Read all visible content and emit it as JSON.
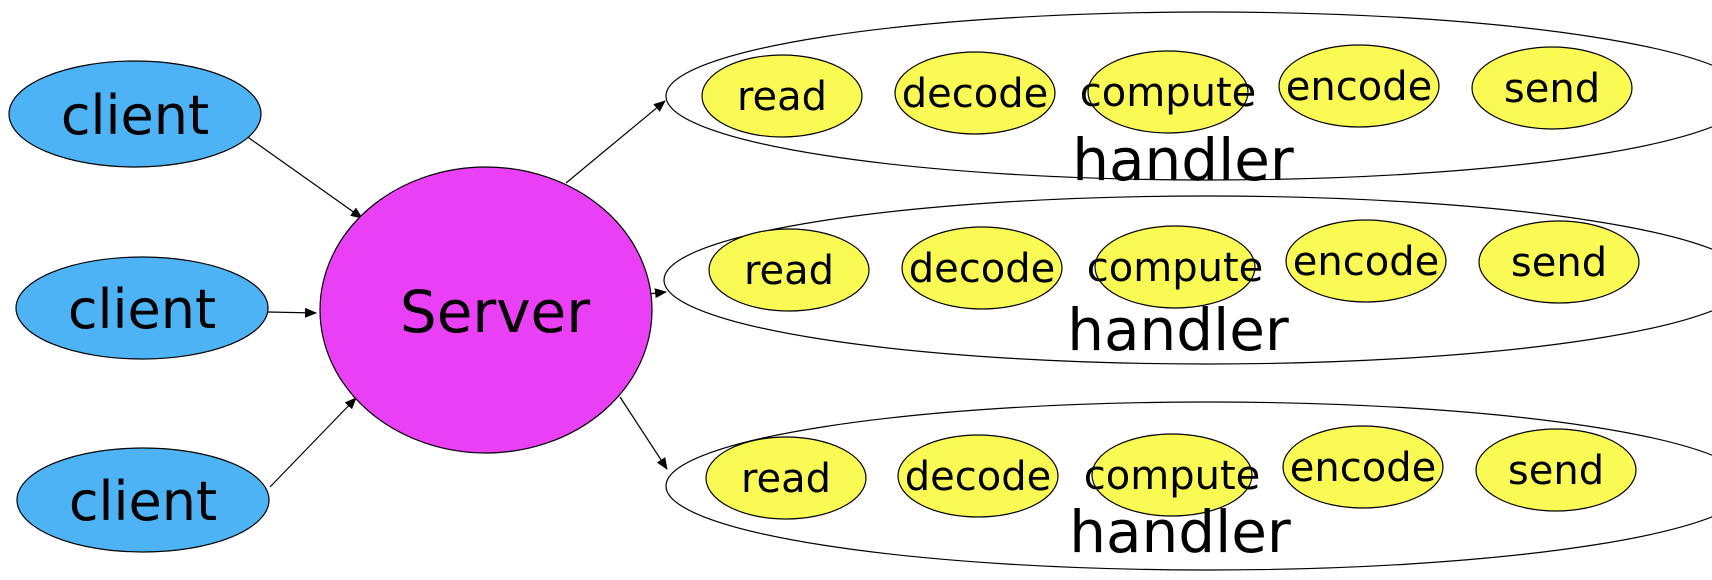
{
  "colors": {
    "client": "#4db3f5",
    "server": "#e93ff5",
    "stage": "#fafa55",
    "outline": "#000000",
    "handler_fill": "#ffffff"
  },
  "clients": [
    {
      "label": "client"
    },
    {
      "label": "client"
    },
    {
      "label": "client"
    }
  ],
  "server": {
    "label": "Server"
  },
  "handlers": [
    {
      "label": "handler",
      "stages": [
        "read",
        "decode",
        "compute",
        "encode",
        "send"
      ]
    },
    {
      "label": "handler",
      "stages": [
        "read",
        "decode",
        "compute",
        "encode",
        "send"
      ]
    },
    {
      "label": "handler",
      "stages": [
        "read",
        "decode",
        "compute",
        "encode",
        "send"
      ]
    }
  ]
}
